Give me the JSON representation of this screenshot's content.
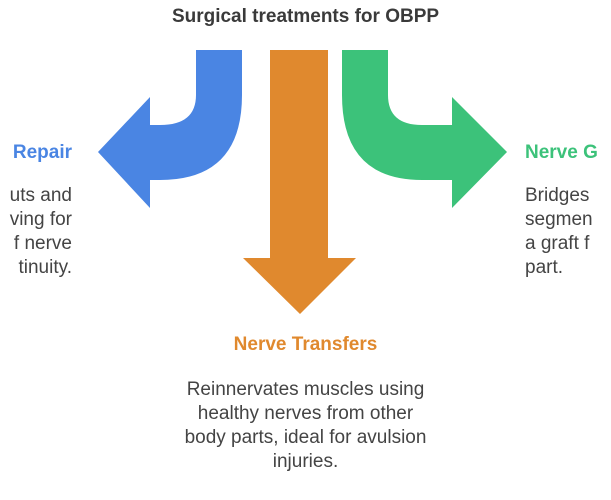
{
  "title": "Surgical treatments for OBPP",
  "branches": {
    "left": {
      "title": "Repair",
      "lines": [
        "uts and",
        "ving for",
        "f nerve",
        "tinuity."
      ],
      "color": "#4a85e3"
    },
    "center": {
      "title": "Nerve Transfers",
      "lines": [
        "Reinnervates muscles using",
        "healthy nerves from other",
        "body parts, ideal for avulsion",
        "injuries."
      ],
      "color": "#e0892e"
    },
    "right": {
      "title": "Nerve G",
      "lines": [
        "Bridges",
        "segmen",
        "a graft f",
        "part."
      ],
      "color": "#3cc27a"
    }
  }
}
